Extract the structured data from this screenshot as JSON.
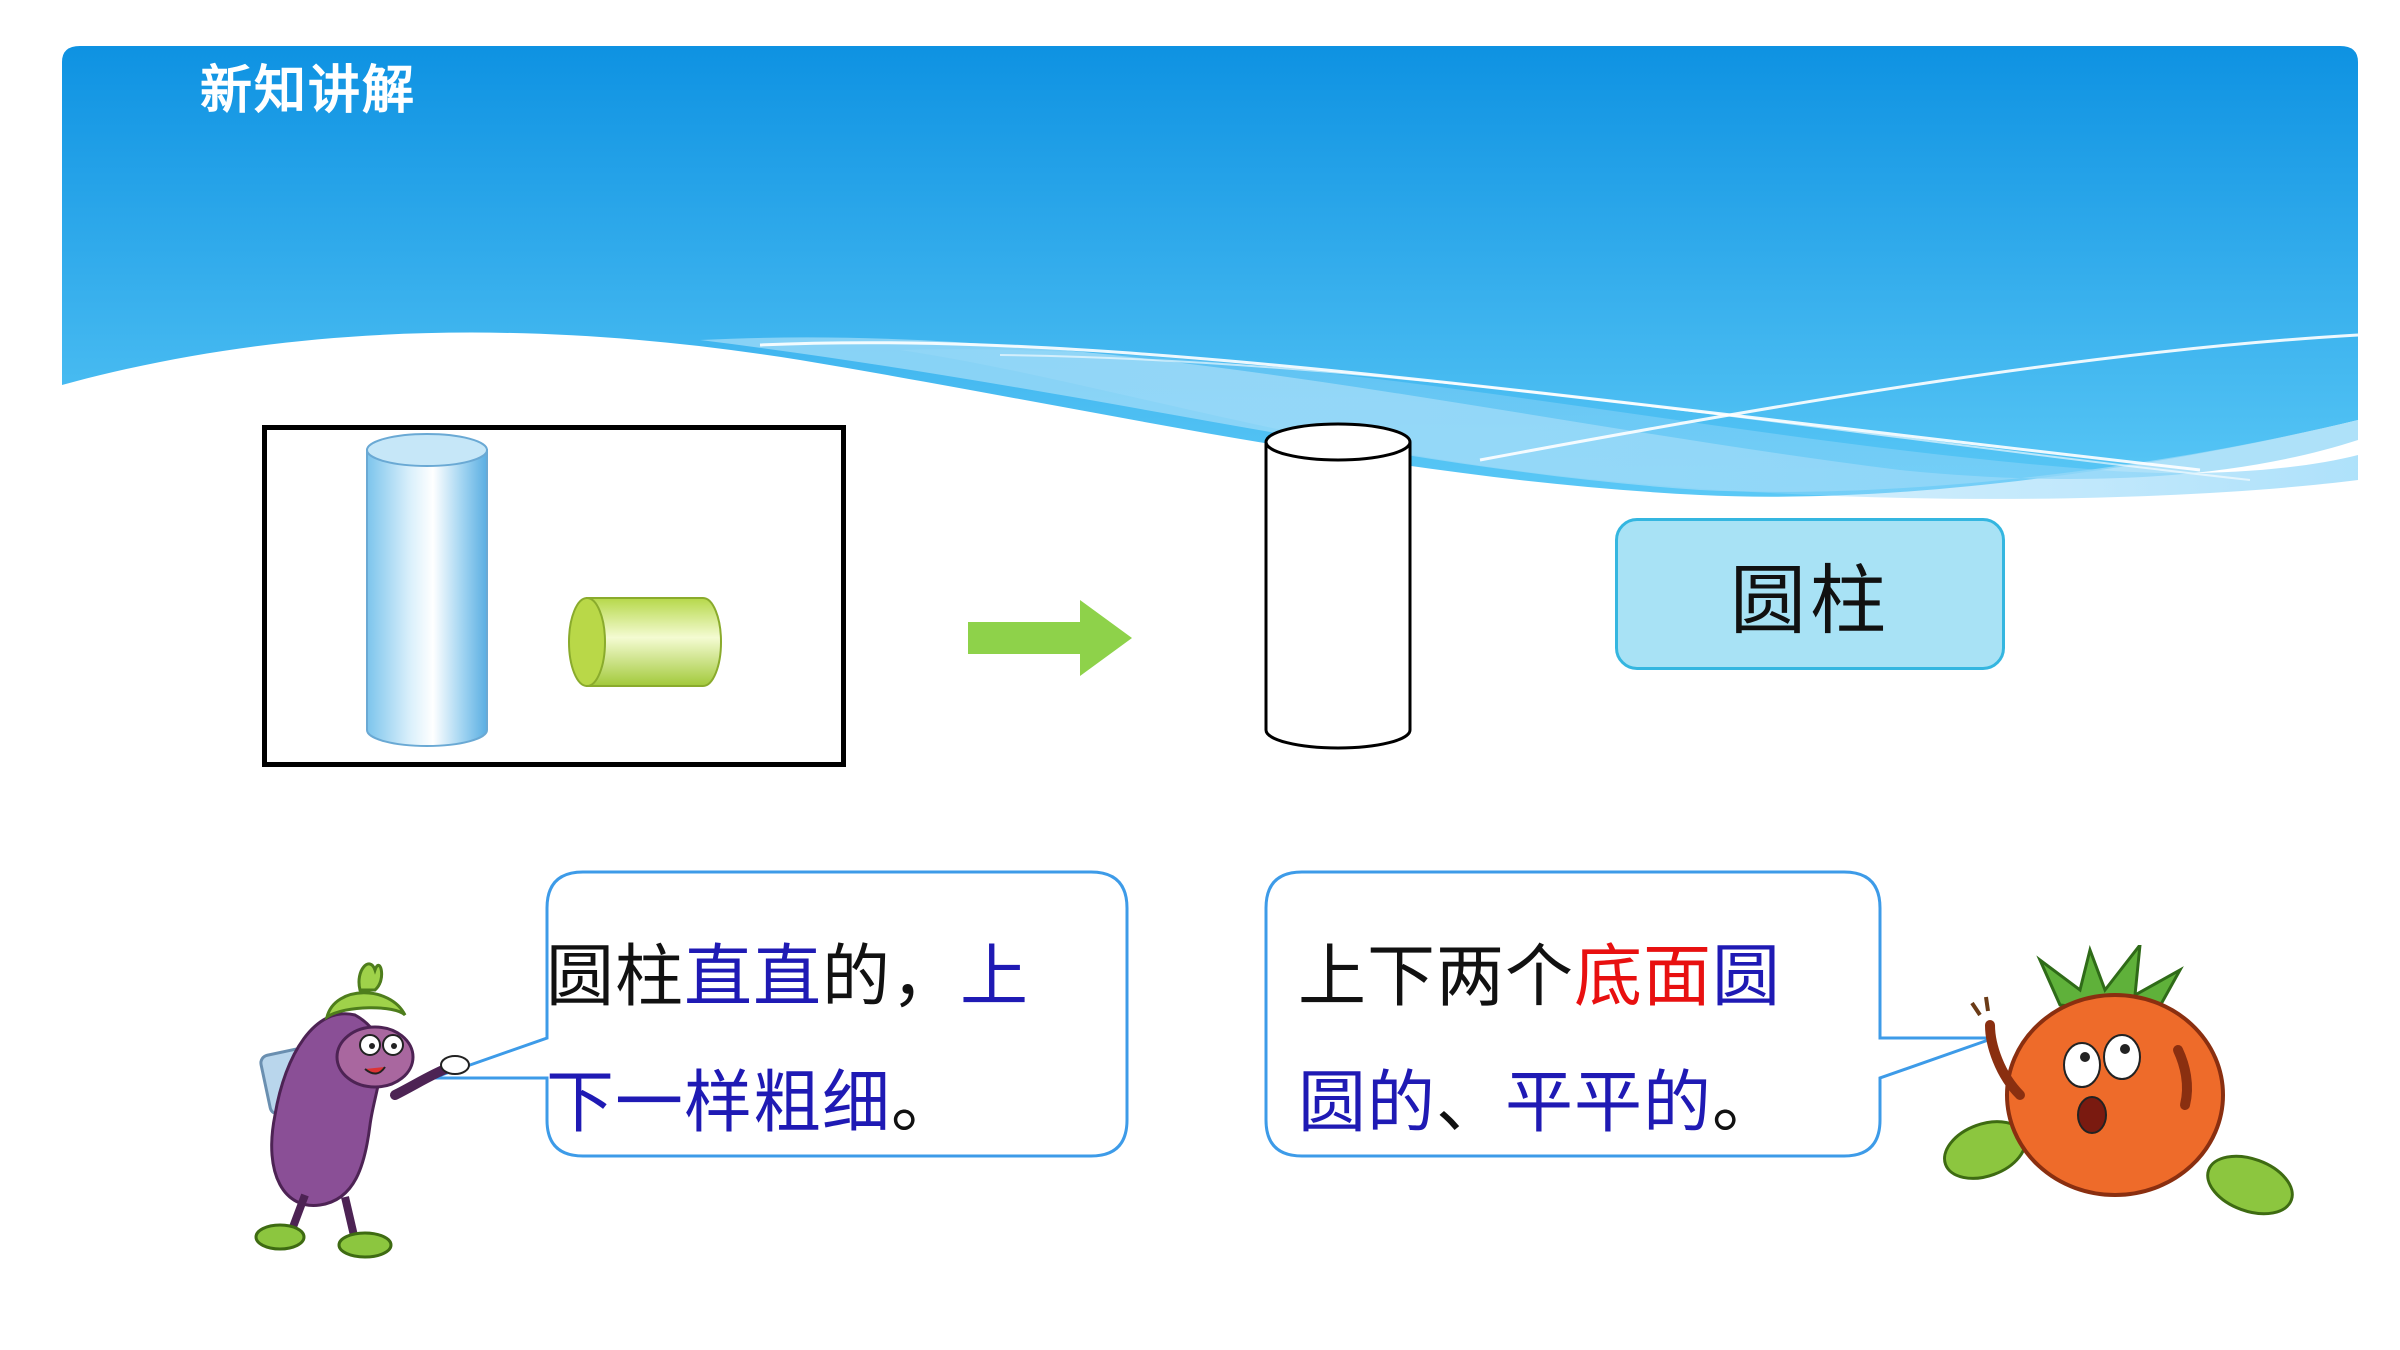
{
  "header": {
    "title": "新知讲解"
  },
  "main": {
    "label": "圆柱",
    "bubble_left": {
      "line1": [
        {
          "text": "圆柱",
          "style": "normal"
        },
        {
          "text": "直直",
          "style": "blue"
        },
        {
          "text": "的，",
          "style": "normal"
        },
        {
          "text": "上",
          "style": "blue"
        }
      ],
      "line2": [
        {
          "text": "下一样粗细",
          "style": "blue"
        },
        {
          "text": "。",
          "style": "normal"
        }
      ]
    },
    "bubble_right": {
      "line1": [
        {
          "text": "上下两个",
          "style": "normal"
        },
        {
          "text": "底面",
          "style": "red"
        },
        {
          "text": "圆",
          "style": "blue"
        }
      ],
      "line2": [
        {
          "text": "圆的",
          "style": "blue"
        },
        {
          "text": "、",
          "style": "normal"
        },
        {
          "text": "平平的",
          "style": "blue"
        },
        {
          "text": "。",
          "style": "normal"
        }
      ]
    }
  },
  "colors": {
    "header_dark": "#0e92e2",
    "header_light": "#4fc3f5",
    "bubble_border": "#3d9be8",
    "arrow": "#8ed24a",
    "label_bg": "#a8e2f5",
    "highlight_blue": "#1f1ab4",
    "highlight_red": "#e81010"
  },
  "icons": {
    "arrow": "right-arrow-icon",
    "left_character": "eggplant-character",
    "right_character": "tomato-character"
  }
}
